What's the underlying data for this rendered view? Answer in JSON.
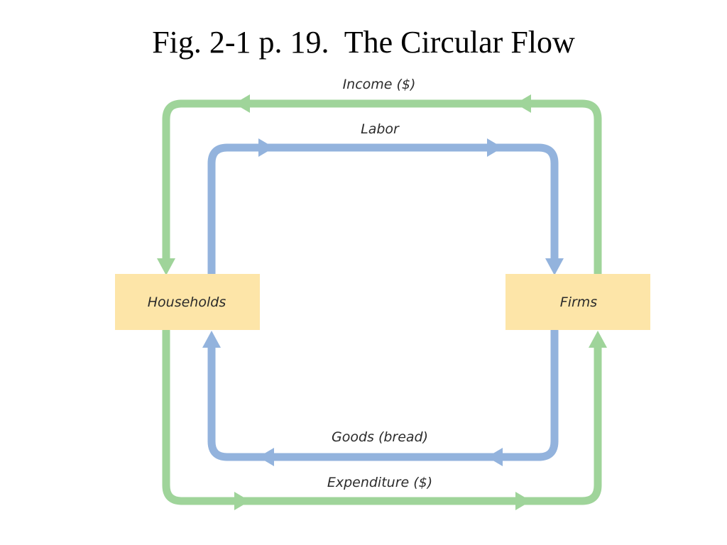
{
  "title": "Fig. 2-1 p. 19.  The Circular Flow",
  "nodes": {
    "households": "Households",
    "firms": "Firms"
  },
  "flows": {
    "income": "Income ($)",
    "labor": "Labor",
    "goods": "Goods (bread)",
    "expenditure": "Expenditure ($)"
  },
  "colors": {
    "money_flow": "#9fd49a",
    "real_flow": "#93b3dd",
    "box_fill": "#fde5a8"
  }
}
